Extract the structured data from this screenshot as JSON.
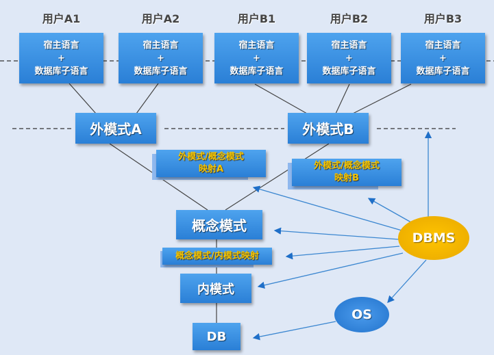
{
  "users": [
    {
      "label": "用户A1",
      "line1": "宿主语言",
      "plus": "+",
      "line2": "数据库子语言"
    },
    {
      "label": "用户A2",
      "line1": "宿主语言",
      "plus": "+",
      "line2": "数据库子语言"
    },
    {
      "label": "用户B1",
      "line1": "宿主语言",
      "plus": "+",
      "line2": "数据库子语言"
    },
    {
      "label": "用户B2",
      "line1": "宿主语言",
      "plus": "+",
      "line2": "数据库子语言"
    },
    {
      "label": "用户B3",
      "line1": "宿主语言",
      "plus": "+",
      "line2": "数据库子语言"
    }
  ],
  "external_a": "外模式A",
  "external_b": "外模式B",
  "mapping_a": {
    "line1": "外模式/概念模式",
    "line2": "映射A"
  },
  "mapping_b": {
    "line1": "外模式/概念模式",
    "line2": "映射B"
  },
  "conceptual": "概念模式",
  "mapping_internal": "概念模式/内模式映射",
  "internal": "内模式",
  "db": "DB",
  "dbms": "DBMS",
  "os": "OS",
  "colors": {
    "box": "#2a7fd6",
    "dbms": "#f2b200",
    "os": "#2d7fd8",
    "mapping_text": "#f5c400"
  }
}
